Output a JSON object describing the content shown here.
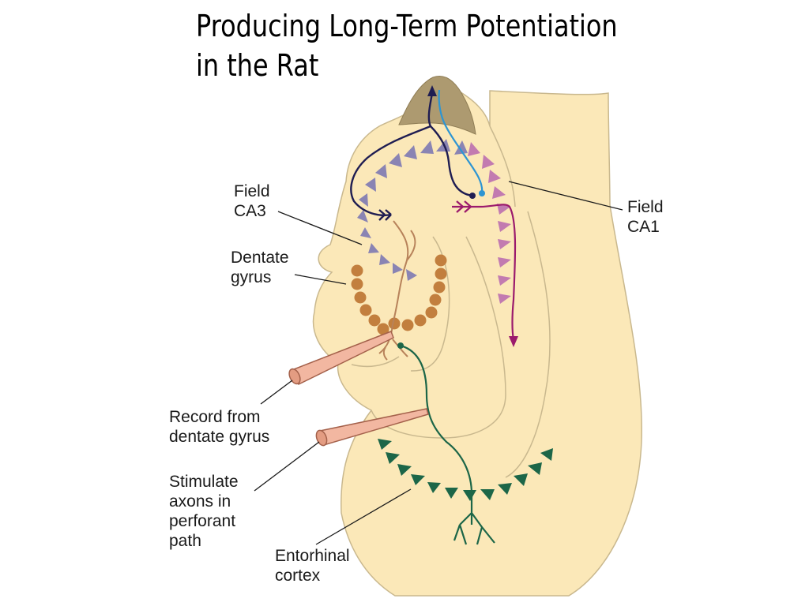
{
  "title": {
    "line1": "Producing Long-Term Potentiation",
    "line2": "in the Rat"
  },
  "labels": {
    "field_ca3": [
      "Field",
      "CA3"
    ],
    "field_ca1": [
      "Field",
      "CA1"
    ],
    "dentate_gyrus": [
      "Dentate",
      "gyrus"
    ],
    "record_electrode": [
      "Record from",
      "dentate gyrus"
    ],
    "stimulate_electrode": [
      "Stimulate",
      "axons in",
      "perforant",
      "path"
    ],
    "entorhinal_cortex": [
      "Entorhinal",
      "cortex"
    ]
  },
  "colors": {
    "tissue": "#fbe8b8",
    "tissue_outline": "#c9b88e",
    "tissue_fold": "#ad9a70",
    "ca3_cells": "#8a84b3",
    "ca1_cells": "#c27bb0",
    "dentate_cells": "#c27f3e",
    "entorhinal_cells": "#1c6648",
    "ca3_axon": "#1f1d52",
    "ca1_axon": "#2d95d2",
    "schaffer_path": "#9b1a6c",
    "perforant_path": "#1c6648",
    "dendrites": "#b7825a",
    "electrode": "#f2b7a1",
    "electrode_outline": "#a4614b"
  }
}
